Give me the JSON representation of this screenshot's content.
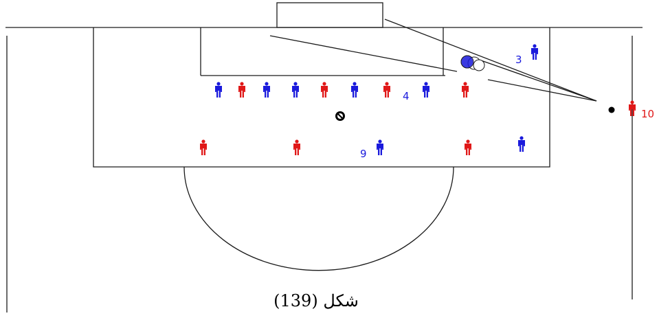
{
  "colors": {
    "blue_team": "#1a1adc",
    "red_team": "#e01818",
    "lines": "#1a1a1a"
  },
  "labels": {
    "player_3": "3",
    "player_4": "4",
    "player_9": "9",
    "player_10": "10"
  },
  "caption": "شكل (139)"
}
